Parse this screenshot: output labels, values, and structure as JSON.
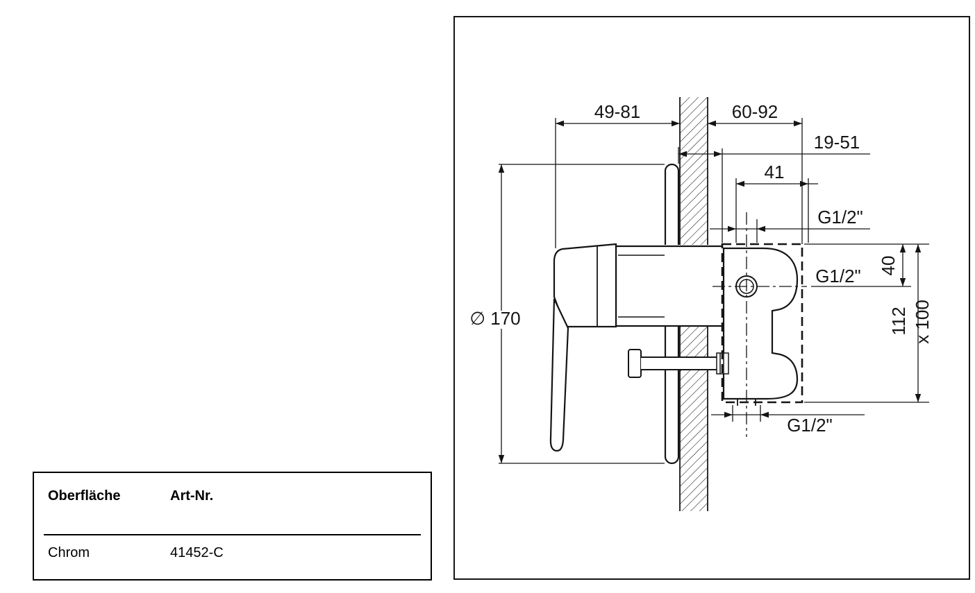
{
  "table": {
    "headers": [
      "Oberfläche",
      "Art-Nr."
    ],
    "rows": [
      [
        "Chrom",
        "41452-C"
      ]
    ]
  },
  "drawing": {
    "labels": {
      "depth_front": "49-81",
      "depth_rear": "60-92",
      "wall_offset": "19-51",
      "dim_41": "41",
      "thread_top": "G1/2\"",
      "thread_outlet": "G1/2\"",
      "dim_40": "40",
      "dim_112": "112",
      "dim_x100": "x 100",
      "thread_bottom": "G1/2\"",
      "plate_diameter": "∅ 170"
    }
  }
}
